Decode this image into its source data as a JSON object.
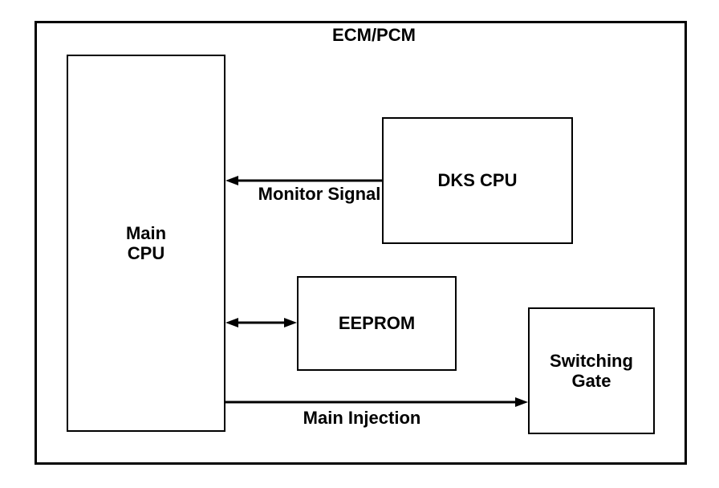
{
  "diagram": {
    "title": "ECM/PCM",
    "blocks": {
      "main_cpu": {
        "label": "Main\nCPU"
      },
      "dks_cpu": {
        "label": "DKS CPU"
      },
      "eeprom": {
        "label": "EEPROM"
      },
      "switching_gate": {
        "label": "Switching\nGate"
      }
    },
    "connections": {
      "monitor_signal": {
        "label": "Monitor Signal",
        "from": "DKS CPU",
        "to": "Main CPU",
        "arrow": "one-way"
      },
      "eeprom_link": {
        "label": "",
        "from": "Main CPU",
        "to": "EEPROM",
        "arrow": "two-way"
      },
      "main_injection": {
        "label": "Main Injection",
        "from": "Main CPU",
        "to": "Switching Gate",
        "arrow": "one-way"
      }
    }
  }
}
